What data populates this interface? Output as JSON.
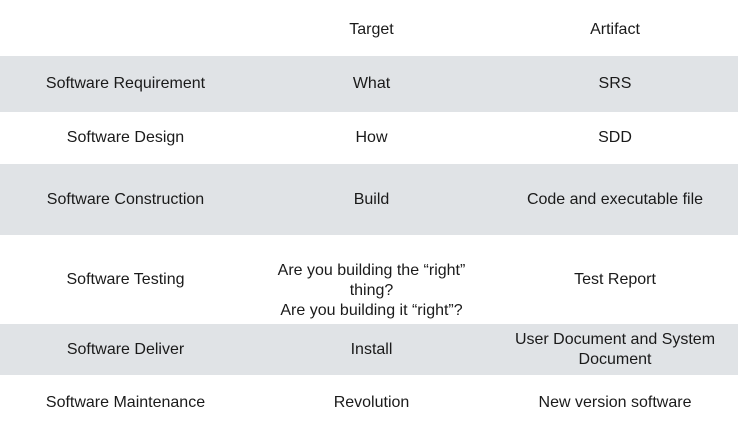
{
  "header": {
    "stage": "",
    "target": "Target",
    "artifact": "Artifact"
  },
  "rows": [
    {
      "stage": "Software Requirement",
      "target": [
        "What"
      ],
      "artifact": [
        "SRS"
      ]
    },
    {
      "stage": "Software Design",
      "target": [
        "How"
      ],
      "artifact": [
        "SDD"
      ]
    },
    {
      "stage": "Software Construction",
      "target": [
        "Build"
      ],
      "artifact": [
        "Code and executable file"
      ]
    },
    {
      "stage": "Software Testing",
      "target": [
        "Are you building the “right”",
        "thing?",
        "Are you building it “right”?"
      ],
      "artifact": [
        "Test Report"
      ]
    },
    {
      "stage": "Software Deliver",
      "target": [
        "Install"
      ],
      "artifact": [
        "User Document and System",
        "Document"
      ]
    },
    {
      "stage": "Software Maintenance",
      "target": [
        "Revolution"
      ],
      "artifact": [
        "New version software"
      ]
    }
  ],
  "colors": {
    "shaded_row": "#e0e3e6",
    "background": "#ffffff",
    "text": "#1a1a1a"
  }
}
